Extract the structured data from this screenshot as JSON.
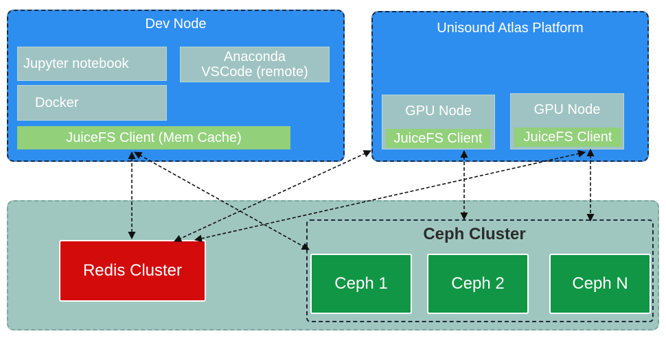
{
  "dev_node": {
    "title": "Dev Node",
    "jupyter": "Jupyter notebook",
    "anaconda_line1": "Anaconda",
    "anaconda_line2": "VSCode (remote)",
    "docker": "Docker",
    "juicefs_client": "JuiceFS  Client (Mem Cache)"
  },
  "atlas_platform": {
    "title": "Unisound  Atlas Platform",
    "gpu_nodes": [
      {
        "label": "GPU Node",
        "client": "JuiceFS Client"
      },
      {
        "label": "GPU Node",
        "client": "JuiceFS Client"
      }
    ]
  },
  "redis": {
    "label": "Redis  Cluster"
  },
  "ceph": {
    "title": "Ceph Cluster",
    "nodes": [
      "Ceph 1",
      "Ceph 2",
      "Ceph N"
    ]
  },
  "colors": {
    "panel_blue": "#2e8ef0",
    "bottom_panel": "#9fc7bf",
    "green_bar": "#92d07a",
    "ceph_green": "#119645",
    "redis_red": "#d40b0b"
  }
}
